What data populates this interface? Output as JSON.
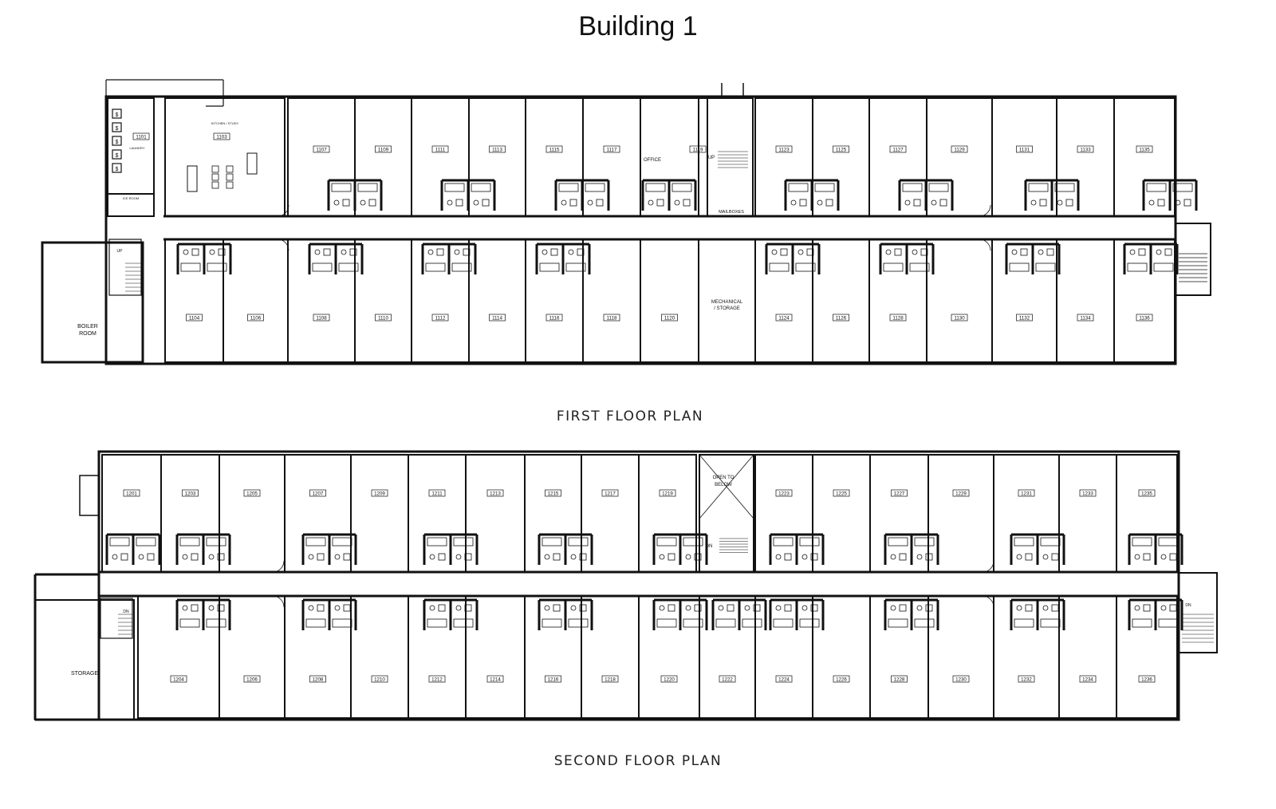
{
  "title": "Building 1",
  "floors": [
    {
      "caption": "FIRST FLOOR PLAN",
      "top_rooms": [
        "1101",
        "1103",
        "1107",
        "1109",
        "1111",
        "1113",
        "1115",
        "1117",
        "1119",
        "1123",
        "1125",
        "1127",
        "1129",
        "1131",
        "1133",
        "1135"
      ],
      "bottom_rooms": [
        "1104",
        "1106",
        "1108",
        "1110",
        "1112",
        "1114",
        "1116",
        "1118",
        "1120",
        "1124",
        "1126",
        "1128",
        "1130",
        "1132",
        "1134",
        "1136"
      ],
      "labels": {
        "laundry": "LAUNDRY",
        "ice_room": "ICE ROOM",
        "kitchen": "KITCHEN / STUDY",
        "office": "OFFICE",
        "mailboxes": "MAILBOXES",
        "up": "UP",
        "mech_1": "MECHANICAL",
        "mech_2": "/ STORAGE",
        "boiler_1": "BOILER",
        "boiler_2": "ROOM",
        "vending": "$"
      }
    },
    {
      "caption": "SECOND FLOOR PLAN",
      "top_rooms": [
        "1201",
        "1203",
        "1205",
        "1207",
        "1209",
        "1211",
        "1213",
        "1215",
        "1217",
        "1219",
        "1223",
        "1225",
        "1227",
        "1229",
        "1231",
        "1233",
        "1235"
      ],
      "bottom_rooms": [
        "1204",
        "1206",
        "1208",
        "1210",
        "1212",
        "1214",
        "1216",
        "1218",
        "1220",
        "1222",
        "1224",
        "1226",
        "1228",
        "1230",
        "1232",
        "1234",
        "1236"
      ],
      "labels": {
        "open_1": "OPEN TO",
        "open_2": "BELOW",
        "dn": "DN",
        "storage": "STORAGE"
      }
    }
  ]
}
